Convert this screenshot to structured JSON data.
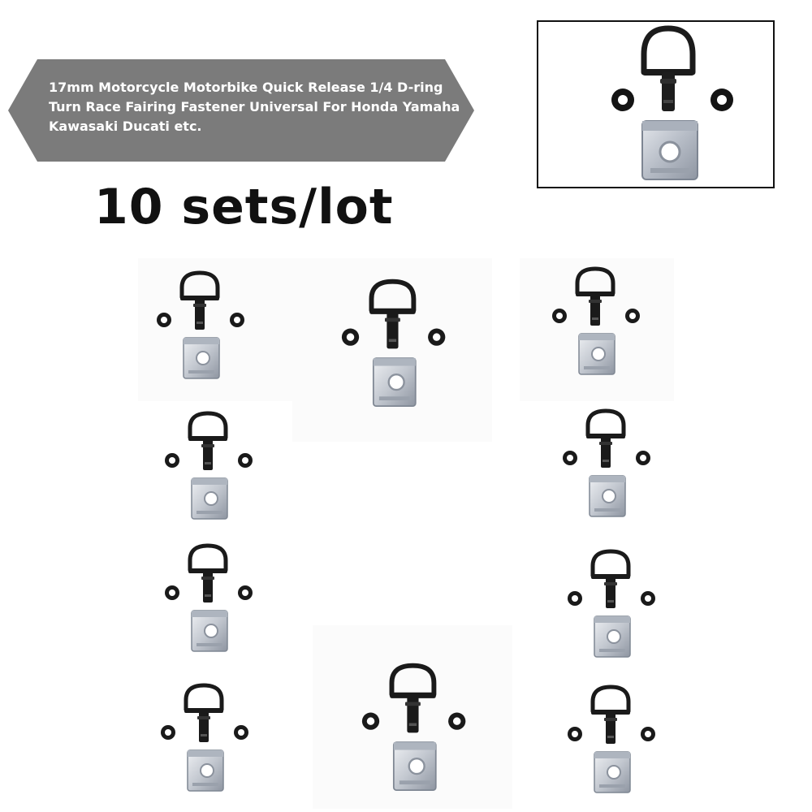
{
  "banner": {
    "title": "17mm Motorcycle Motorbike Quick Release 1/4 D-ring Turn Race Fairing Fastener Universal For Honda Yamaha Kawasaki Ducati etc."
  },
  "headline": "10 sets/lot",
  "set_count": 10,
  "colors": {
    "banner_bg": "#7b7b7b",
    "banner_text": "#ffffff",
    "headline_text": "#111111",
    "ring_metal": "#1a1a1a",
    "clip_metal": "#c9ced6"
  }
}
